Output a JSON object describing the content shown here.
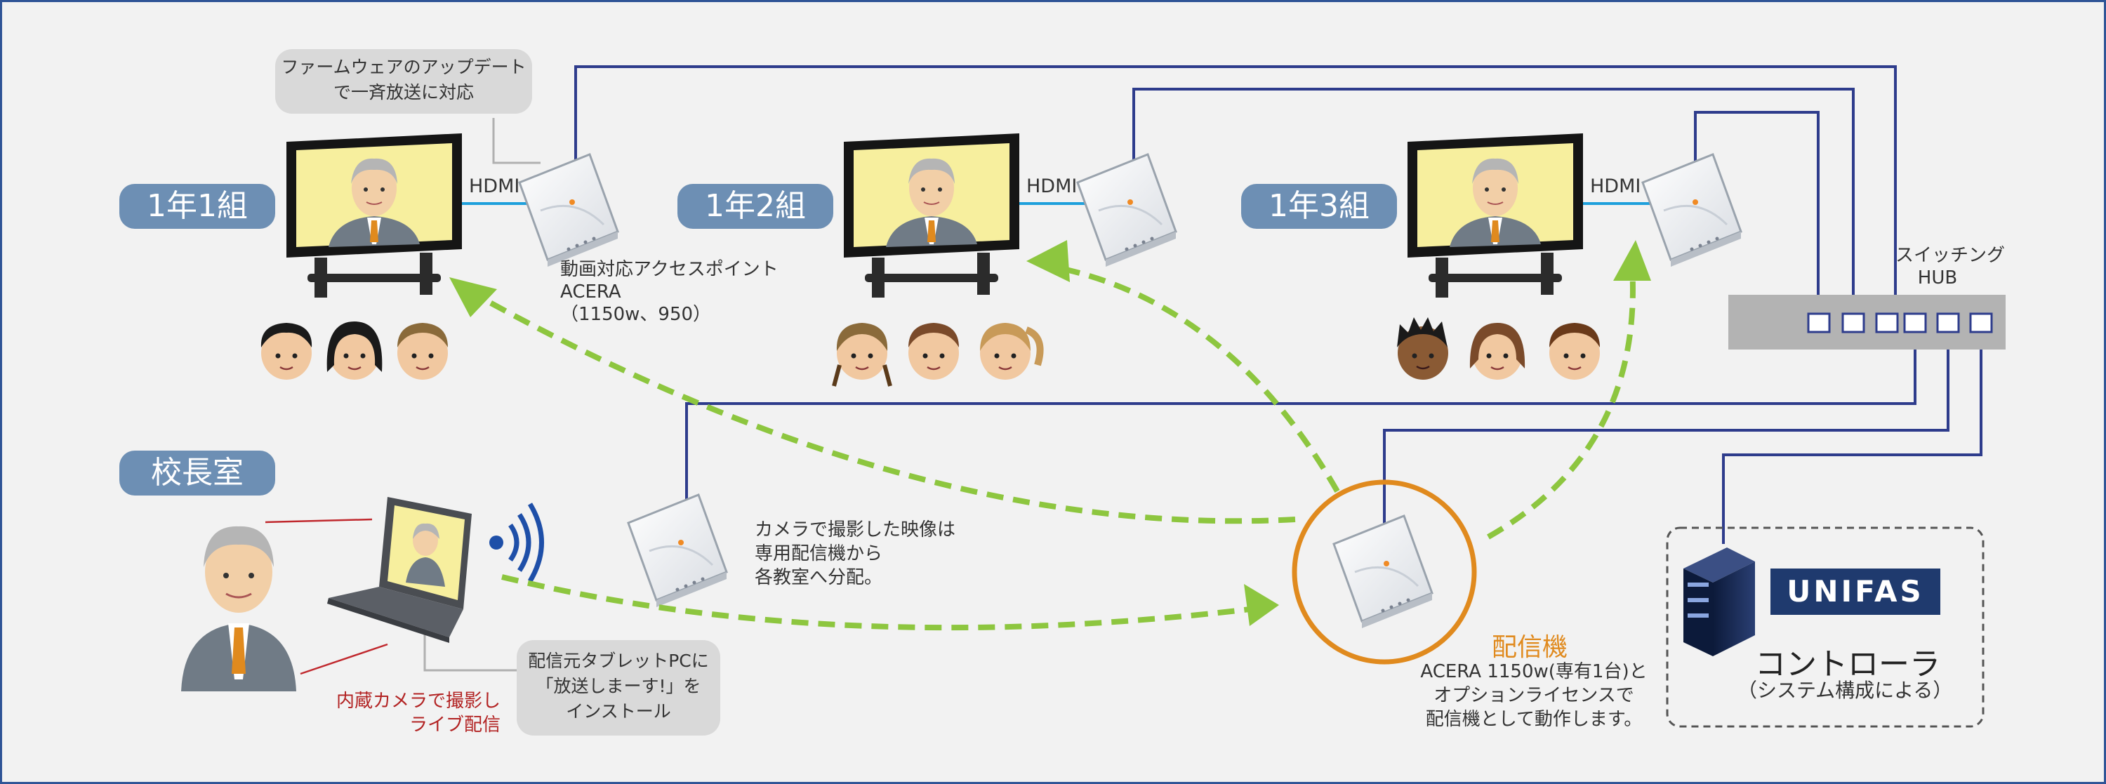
{
  "classrooms": [
    {
      "label": "1年1組"
    },
    {
      "label": "1年2組"
    },
    {
      "label": "1年3組"
    }
  ],
  "principal_room": {
    "label": "校長室"
  },
  "hdmi_label": "HDMI",
  "firmware_note": [
    "ファームウェアのアップデート",
    "で一斉放送に対応"
  ],
  "ap_label": [
    "動画対応アクセスポイント",
    "ACERA",
    "（1150w、950）"
  ],
  "switch_label": [
    "スイッチング",
    "HUB"
  ],
  "camera_note": [
    "カメラで撮影した映像は",
    "専用配信機から",
    "各教室へ分配。"
  ],
  "tablet_note": [
    "配信元タブレットPCに",
    "「放送しまーす!」を",
    "インストール"
  ],
  "live_note": [
    "内蔵カメラで撮影し",
    "ライブ配信"
  ],
  "distributor": {
    "title": "配信機",
    "desc": [
      "ACERA 1150w(専有1台)と",
      "オプションライセンスで",
      "配信機として動作します。"
    ]
  },
  "controller": {
    "brand": "UNIFAS",
    "title": "コントローラ",
    "sub": "（システム構成による）"
  },
  "colors": {
    "frame": "#2f5496",
    "cable": "#2e3c8c",
    "hdmi_cable": "#1ea0dc",
    "stream_arrow": "#8dc63f",
    "distributor_ring": "#e08a1e",
    "label_bg": "#6d8fb4",
    "red_note": "#b22222",
    "controller_badge": "#1f3a6e"
  }
}
